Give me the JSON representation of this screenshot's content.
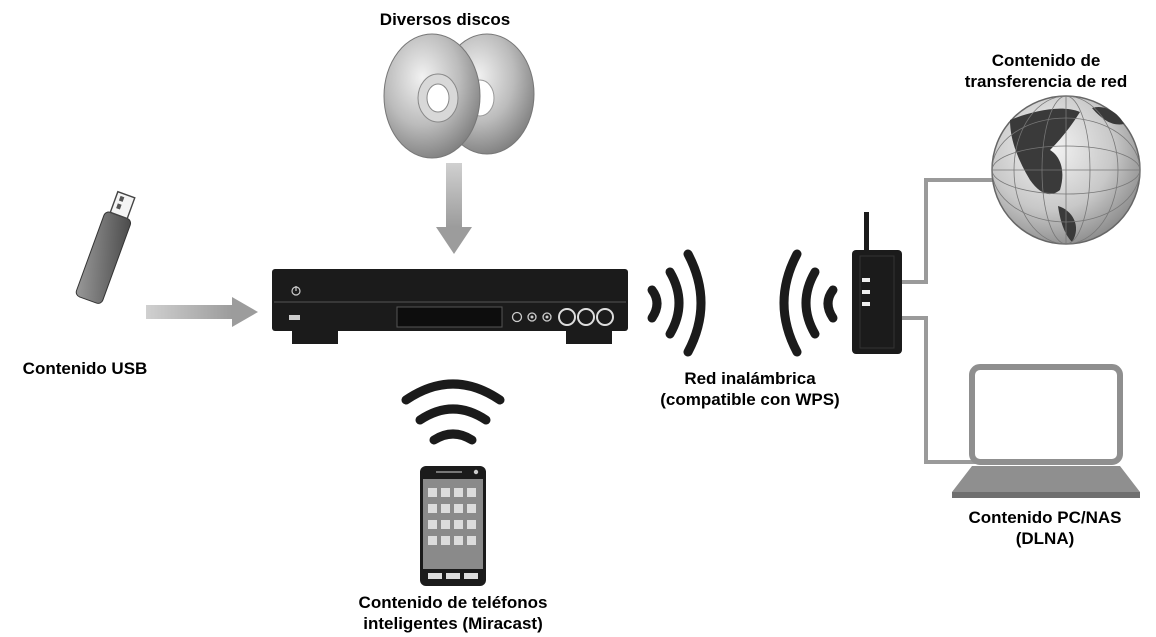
{
  "labels": {
    "discs": "Diversos discos",
    "network_content": [
      "Contenido de",
      "transferencia de red"
    ],
    "usb": "Contenido USB",
    "wireless": [
      "Red inalámbrica",
      "(compatible con WPS)"
    ],
    "pc_nas": [
      "Contenido PC/NAS",
      "(DLNA)"
    ],
    "smartphone": [
      "Contenido de teléfonos",
      "inteligentes (Miracast)"
    ]
  },
  "icons": {
    "discs": "disc-stack-icon",
    "player": "blu-ray-player-icon",
    "usb": "usb-stick-icon",
    "router": "wireless-router-icon",
    "globe": "globe-icon",
    "laptop": "laptop-icon",
    "phone": "smartphone-icon",
    "wifi": "wifi-signal-icon"
  },
  "colors": {
    "arrow": "#a6a6a6",
    "device": "#1a1a1a",
    "line": "#9a9a9a"
  }
}
